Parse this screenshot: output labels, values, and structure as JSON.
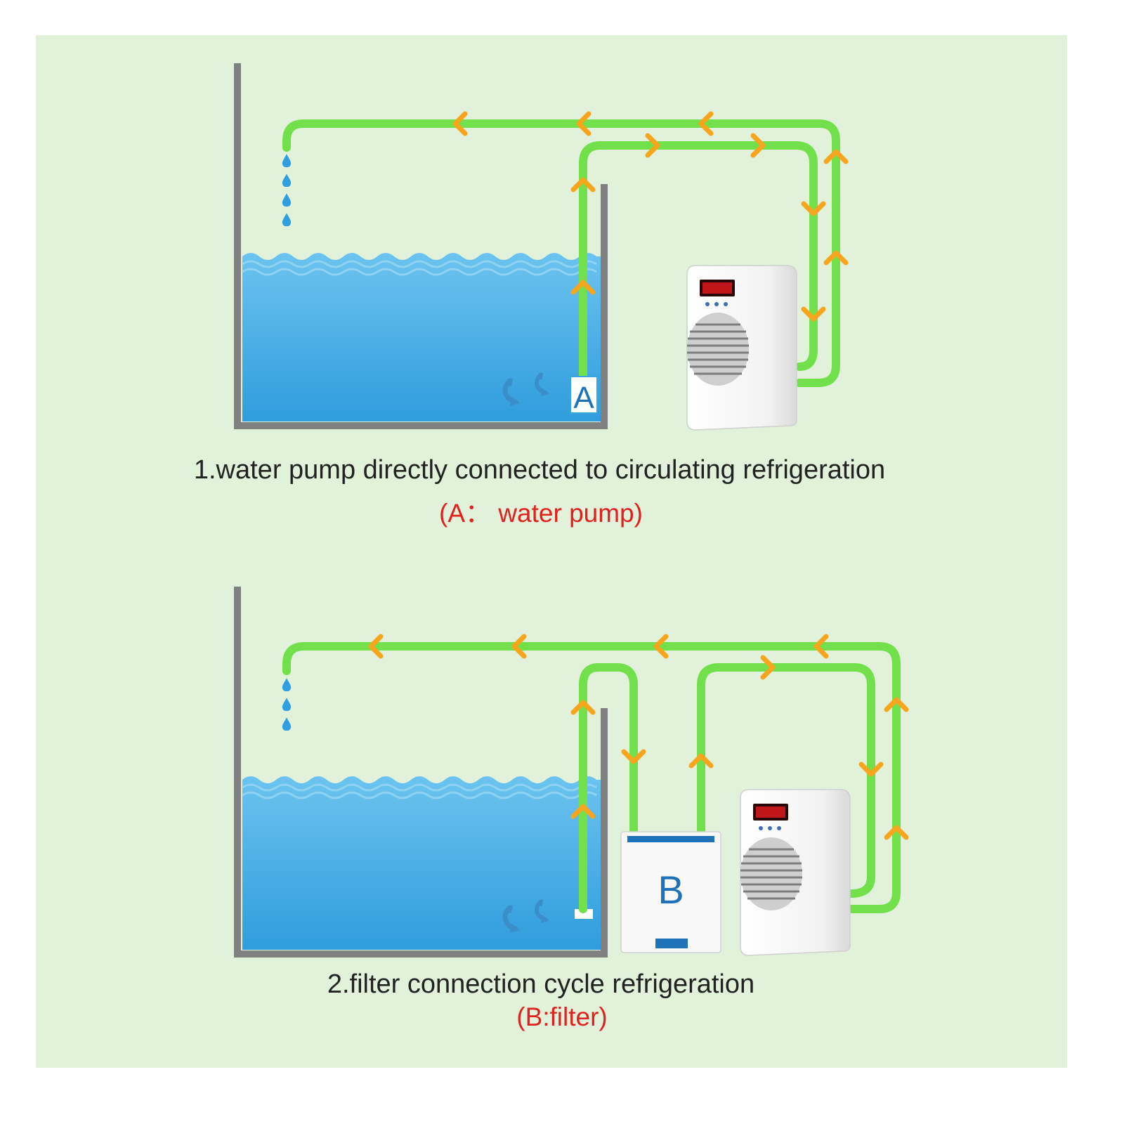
{
  "palette": {
    "panel": "#e2f1da",
    "tube": "#72e04a",
    "arrow": "#f7a51c",
    "water": "#3aa6df",
    "wave": "#7cc8f0",
    "tank_wall": "#808080",
    "drop": "#2f9fe0",
    "cooler_body": "#f4f4f4",
    "display": "#c0161a",
    "filter_accent": "#1e73b8",
    "current_icon": "#3b8fc8"
  },
  "icons": [
    "water-drop-icon",
    "current-arrow-icon",
    "flow-arrow-icon",
    "fan-grille-icon"
  ],
  "diagram1": {
    "pump_label": "A",
    "caption": "1.water pump directly connected to circulating refrigeration",
    "legend": "(A：  water pump)"
  },
  "diagram2": {
    "filter_label": "B",
    "caption": "2.filter connection cycle refrigeration",
    "legend": "(B:filter)"
  }
}
